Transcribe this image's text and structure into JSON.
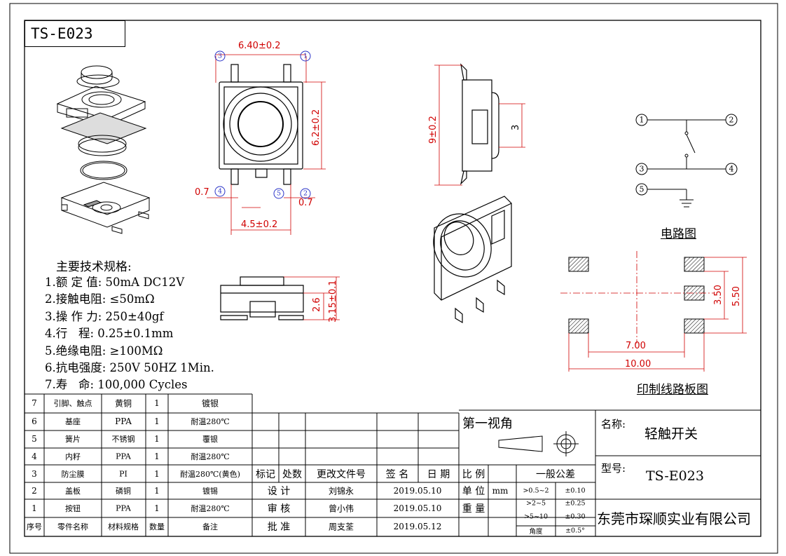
{
  "drawing_code": "TS-E023",
  "specs": {
    "title": "主要技术规格:",
    "items": [
      "1.额 定 值: 50mA DC12V",
      "2.接触电阻: ≤50mΩ",
      "3.操 作 力: 250±40gf",
      "4.行   程: 0.25±0.1mm",
      "5.绝缘电阻: ≥100MΩ",
      "6.抗电强度: 250V 50HZ 1Min.",
      "7.寿   命: 100,000 Cycles"
    ]
  },
  "dimensions": {
    "top_width": "6.40±0.2",
    "body_height": "6.2±0.2",
    "pin_left": "0.7",
    "pin_right": "0.7",
    "pin_span": "4.5±0.2",
    "side_height": "9±0.2",
    "stem_height": "3",
    "front_h1": "2.6",
    "front_h2": "3.15±0.1",
    "pcb_h1": "3.50",
    "pcb_h2": "5.50",
    "pcb_w1": "7.00",
    "pcb_w2": "10.00"
  },
  "pin_numbers": [
    "1",
    "2",
    "3",
    "4",
    "5"
  ],
  "captions": {
    "circuit": "电路图",
    "pcb": "印制线路板图"
  },
  "bom": {
    "rows": [
      {
        "no": "7",
        "name": "引脚、触点",
        "material": "黄铜",
        "qty": "1",
        "note": "镀银"
      },
      {
        "no": "6",
        "name": "基座",
        "material": "PPA",
        "qty": "1",
        "note": "耐温280℃"
      },
      {
        "no": "5",
        "name": "簧片",
        "material": "不锈钢",
        "qty": "1",
        "note": "覆银"
      },
      {
        "no": "4",
        "name": "内籽",
        "material": "PPA",
        "qty": "1",
        "note": "耐温280℃"
      },
      {
        "no": "3",
        "name": "防尘膜",
        "material": "PI",
        "qty": "1",
        "note": "耐温280℃(黄色)"
      },
      {
        "no": "2",
        "name": "盖板",
        "material": "磷铜",
        "qty": "1",
        "note": "镀锡"
      },
      {
        "no": "1",
        "name": "按钮",
        "material": "PPA",
        "qty": "1",
        "note": "耐温280℃"
      }
    ],
    "header": {
      "no": "序号",
      "name": "零件名称",
      "material": "材料规格",
      "qty": "数量",
      "note": "备注"
    }
  },
  "revision": {
    "headers": [
      "标记",
      "处数",
      "更改文件号",
      "签 名",
      "日 期"
    ],
    "sign_rows": [
      {
        "role": "设 计",
        "name": "刘锦永",
        "date": "2019.05.10"
      },
      {
        "role": "审 核",
        "name": "曾小伟",
        "date": "2019.05.10"
      },
      {
        "role": "批 准",
        "name": "周支荃",
        "date": "2019.05.12"
      }
    ]
  },
  "title_block": {
    "projection": "第一视角",
    "scale_label": "比 例",
    "unit_label": "单 位",
    "unit": "mm",
    "weight_label": "重 量",
    "tolerance_title": "一般公差",
    "tolerances": [
      {
        "range": ">0.5~2",
        "value": "±0.10"
      },
      {
        "range": ">2~5",
        "value": "±0.25"
      },
      {
        "range": ">5~10",
        "value": "±0.30"
      },
      {
        "range": "角度",
        "value": "±0.5°"
      }
    ],
    "name_label": "名称:",
    "name": "轻触开关",
    "model_label": "型号:",
    "model": "TS-E023",
    "company": "东莞市琛顺实业有限公司"
  }
}
